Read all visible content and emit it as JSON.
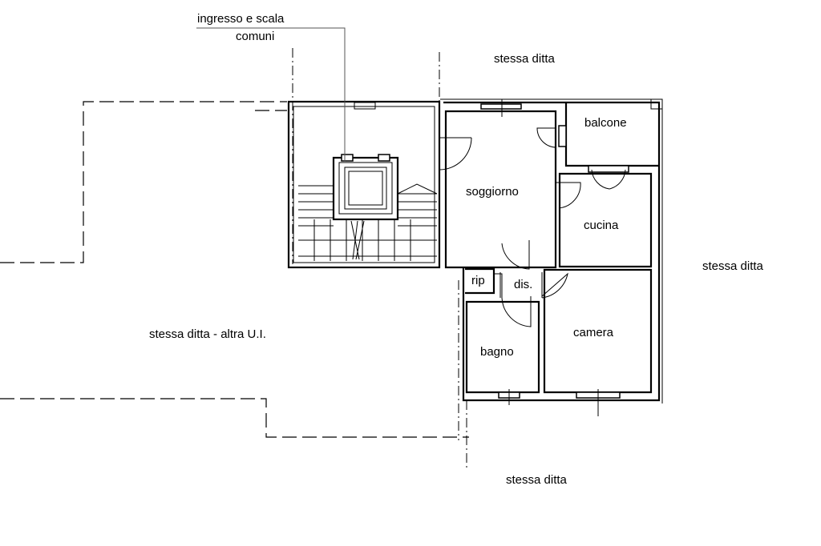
{
  "labels": {
    "stair_callout_line1": "ingresso e scala",
    "stair_callout_line2": "comuni",
    "top_neighbor": "stessa ditta",
    "right_neighbor": "stessa ditta",
    "bottom_neighbor": "stessa ditta",
    "left_neighbor": "stessa ditta - altra U.I."
  },
  "rooms": {
    "soggiorno": "soggiorno",
    "balcone": "balcone",
    "cucina": "cucina",
    "rip": "rip",
    "dis": "dis.",
    "camera": "camera",
    "bagno": "bagno"
  },
  "colors": {
    "line": "#000000",
    "background": "#ffffff"
  }
}
